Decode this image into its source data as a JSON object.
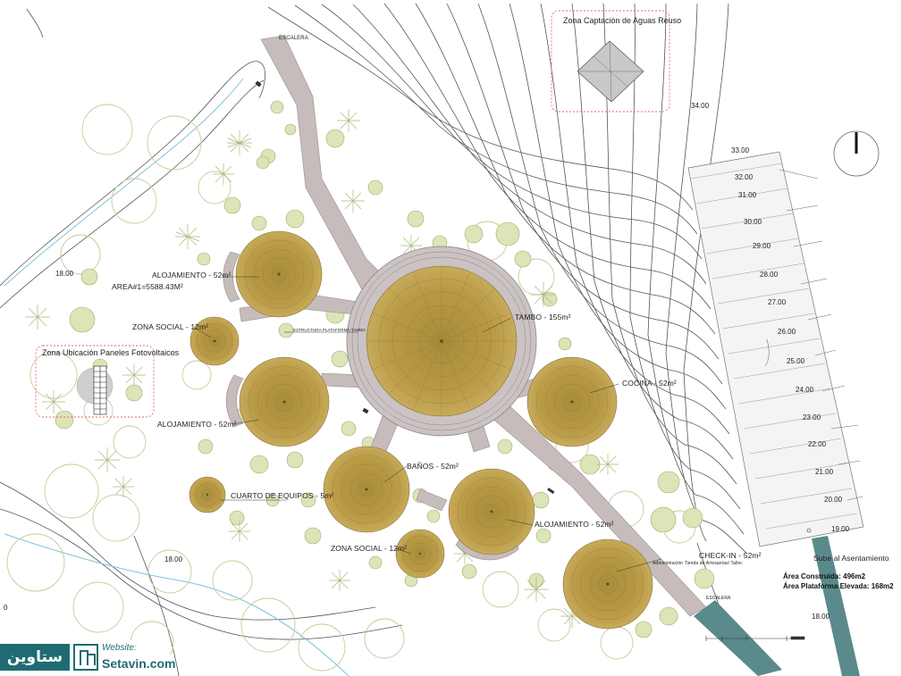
{
  "zones": {
    "water": "Zona Captación de Aguas Reuso",
    "solar": "Zona Ubicación Paneles Fotovoltaicos"
  },
  "labels": {
    "escalera_top": "ESCALERA",
    "aloj1": "ALOJAMIENTO - 52m²",
    "area": "AREA#1=5588.43M²",
    "social1": "ZONA SOCIAL - 12m²",
    "estructura": "ESTRUCTURA PLATAFORMA TAMBO",
    "tambo": "TAMBO - 155m²",
    "aloj2": "ALOJAMIENTO - 52m²",
    "cocina": "COCINA - 52m²",
    "banos": "BAÑOS - 52m²",
    "cuarto": "CUARTO DE EQUIPOS - 5m²",
    "aloj3": "ALOJAMIENTO - 52m²",
    "social2": "ZONA SOCIAL - 12m²",
    "checkin": "CHECK-IN - 52m²",
    "checkin_sub": "Administración Tienda de Artesanías/ Taller.",
    "sube": "Sube al Asentamiento",
    "escalera_bottom": "ESCALERA"
  },
  "elevations": {
    "e34": "34.00",
    "e33": "33.00",
    "e32": "32.00",
    "e31": "31.00",
    "e30": "30.00",
    "e29": "29.00",
    "e28": "28.00",
    "e27": "27.00",
    "e26": "26.00",
    "e25": "25.00",
    "e24": "24.00",
    "e23": "23.00",
    "e22": "22.00",
    "e21": "21.00",
    "e20": "20.00",
    "e19": "19.00",
    "e18a": "18.00",
    "e18b": "18.00",
    "e18c": "18.00",
    "e0": "0"
  },
  "legend": {
    "construida": "Área Construida: 496m2",
    "plataforma": "Área Plataforma Elevada: 168m2"
  },
  "watermark": {
    "arabic": "ستاوین",
    "website_label": "Website:",
    "url": "Setavin.com"
  },
  "colors": {
    "thatch": "#b99a45",
    "path": "#c6bcbc",
    "water_line": "#7fc3dc",
    "zone_outline": "#e06a6a",
    "stair_ramp": "#5a8a8c",
    "brand": "#1f6b73"
  }
}
